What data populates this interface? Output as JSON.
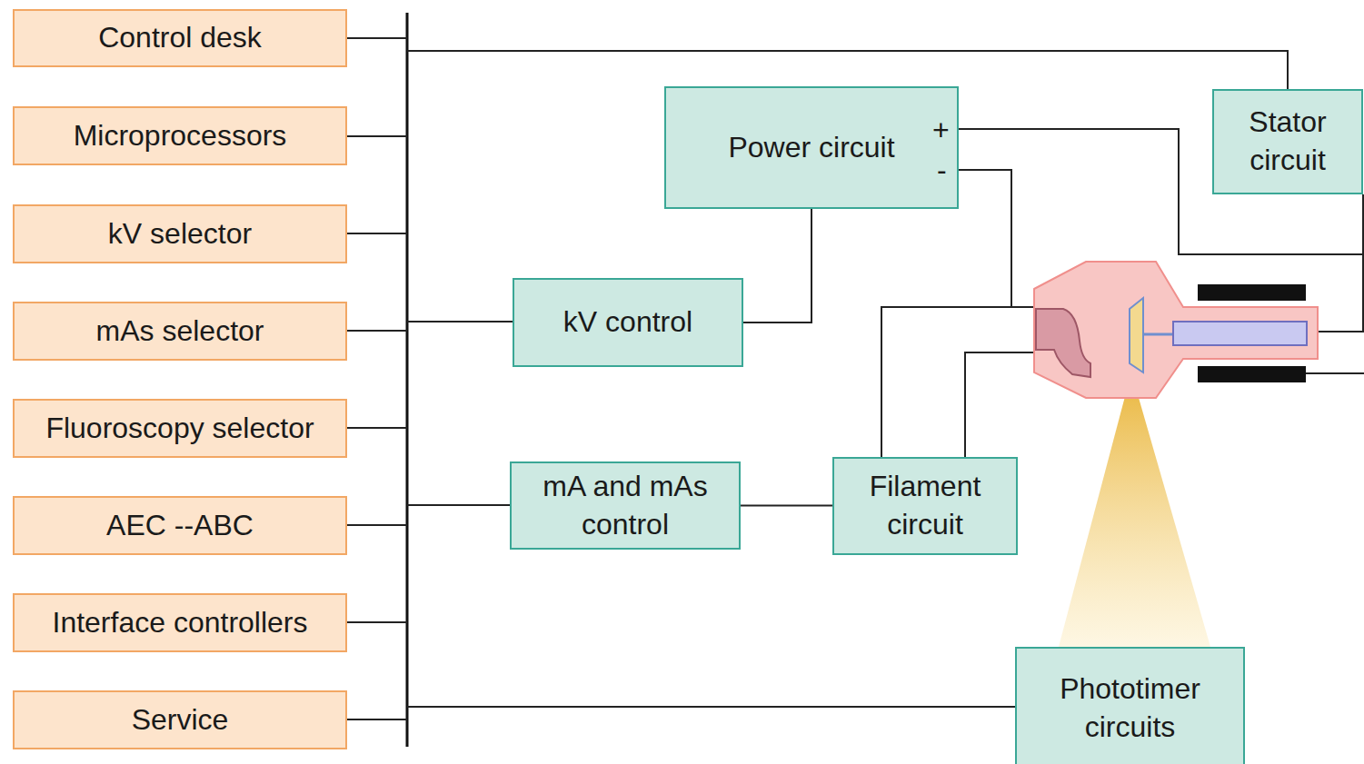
{
  "diagram": {
    "nodes": [
      {
        "text": [
          "Control desk"
        ]
      },
      {
        "text": [
          "Microprocessors"
        ]
      },
      {
        "text": [
          "kV selector"
        ]
      },
      {
        "text": [
          "mAs selector"
        ]
      },
      {
        "text": [
          "Fluoroscopy selector"
        ]
      },
      {
        "text": [
          "AEC --ABC"
        ]
      },
      {
        "text": [
          "Interface controllers"
        ]
      },
      {
        "text": [
          "Service"
        ]
      },
      {
        "text": [
          "Power circuit"
        ]
      },
      {
        "text": [
          "Stator circuit"
        ]
      },
      {
        "text": [
          "kV control"
        ]
      },
      {
        "text": [
          "mA and mAs control"
        ]
      },
      {
        "text": [
          "Filament circuit"
        ]
      },
      {
        "text": [
          "Phototimer circuits"
        ]
      }
    ],
    "edges": [
      {
        "from": 10,
        "to": 8,
        "arrow": "none"
      },
      {
        "from": 11,
        "to": 12,
        "arrow": "none"
      }
    ],
    "labels": [
      "+",
      "-"
    ]
  }
}
